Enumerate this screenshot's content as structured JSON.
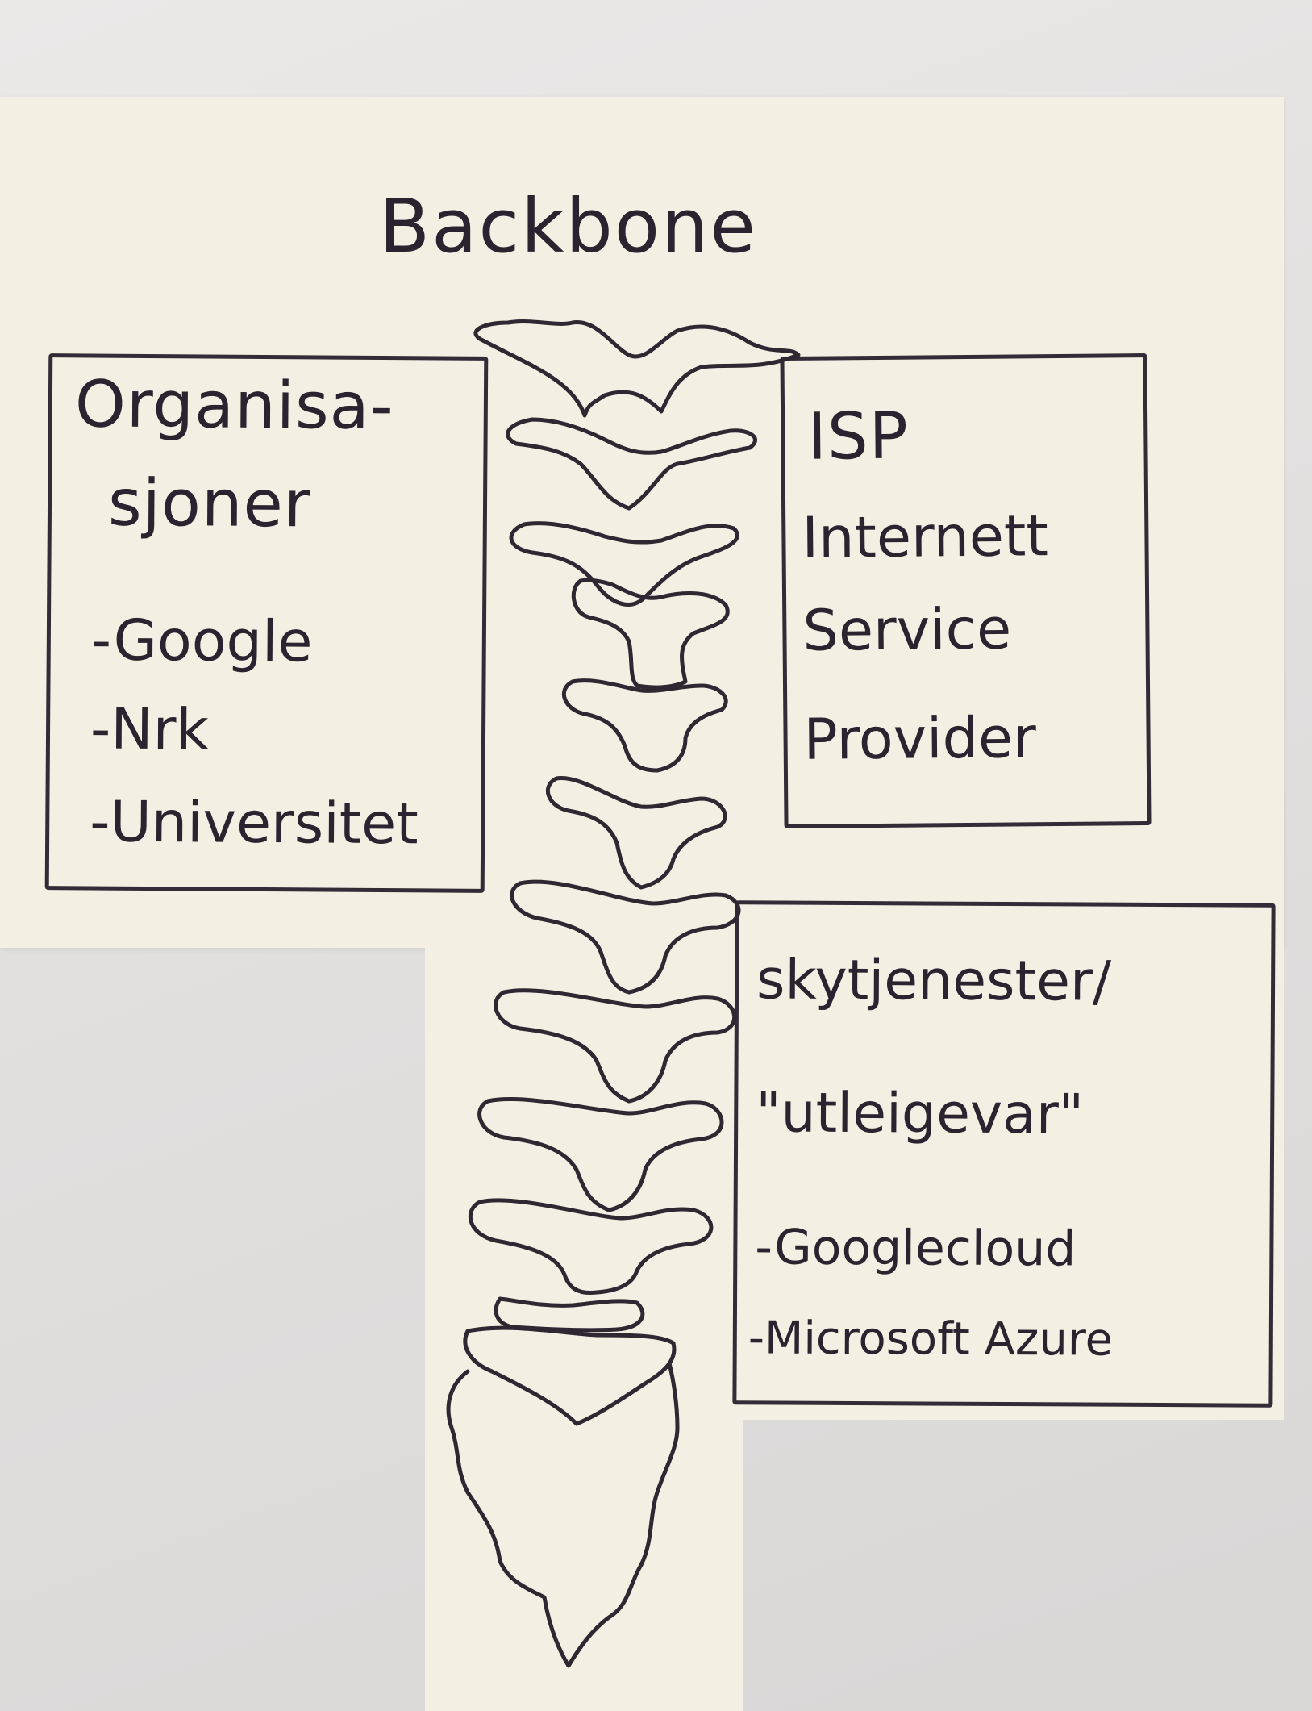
{
  "title": "Backbone",
  "organisations": {
    "heading_line1": "Organisa-",
    "heading_line2": "sjoner",
    "items": [
      "-Google",
      "-Nrk",
      "-Universitet"
    ]
  },
  "isp": {
    "line1": "ISP",
    "line2": "Internett",
    "line3": "Service",
    "line4": "Provider"
  },
  "cloud": {
    "heading_line1": "skytjenester/",
    "heading_line2": "\"utleigevar\"",
    "items": [
      "-Googlecloud",
      "-Microsoft Azure"
    ]
  },
  "colors": {
    "ink": "#2b2430",
    "paper": "#f3f0e3",
    "background": "#e4e2e1"
  }
}
